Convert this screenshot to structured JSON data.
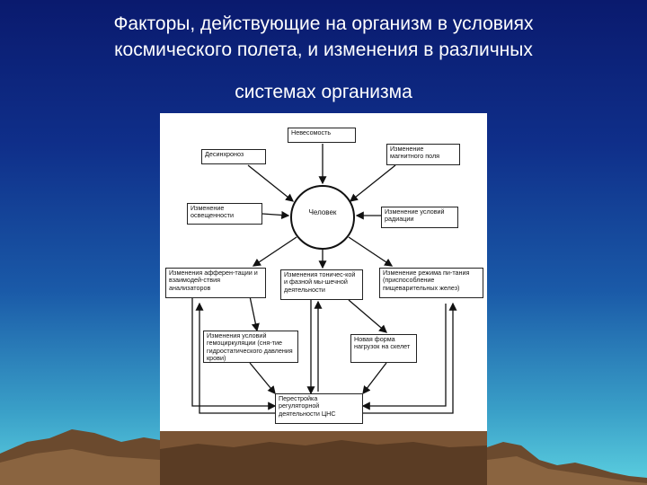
{
  "slide": {
    "title_line1": "Факторы, действующие на организм в условиях",
    "title_line2": "космического полета, и изменения в различных",
    "title_line3": "системах организма"
  },
  "diagram": {
    "center": "Человек",
    "nevesomost": "Невесомость",
    "desinhronoz": "Десинхроноз",
    "magnit": "Изменение магнитного поля",
    "osveshchennost": "Изменение освещенности",
    "radiaciya": "Изменение условий радиации",
    "afferentaciya": "Изменения афферен-тации и взаимодей-ствия анализаторов",
    "tonicheskaya": "Изменения тоничес-кой и фазной мы-шечной деятельности",
    "pitanie": "Изменение режима пи-тания (приспособление пищеварительных желез)",
    "gemocirkulyaciya": "Изменения условий гемоциркуляции (сня-тие гидростатического давления крови)",
    "nagruzka": "Новая форма нагрузок на скелет",
    "cns": "Перестройка регуляторной деятельности ЦНС"
  }
}
